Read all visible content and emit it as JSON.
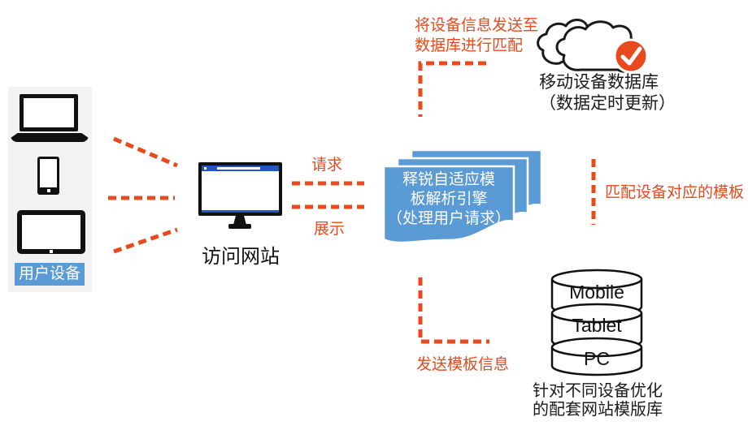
{
  "colors": {
    "accent_orange": "#E8491D",
    "accent_blue": "#5B9BD5",
    "browser_titlebar_blue": "#2456C8",
    "icon_black": "#111111",
    "panel_gray": "#F2F2F2"
  },
  "devices_panel": {
    "label": "用户设备",
    "icons": [
      "laptop-icon",
      "smartphone-icon",
      "tablet-icon"
    ]
  },
  "website": {
    "label": "访问网站"
  },
  "engine": {
    "lines": [
      "释锐自适应模",
      "板解析引擎",
      "（处理用户请求）"
    ]
  },
  "flows": {
    "request": "请求",
    "display": "展示",
    "send_device_info_line1": "将设备信息发送至",
    "send_device_info_line2": "数据库进行匹配",
    "match_template": "匹配设备对应的模板",
    "send_template": "发送模板信息"
  },
  "cloud_db": {
    "title": "移动设备数据库",
    "subtitle": "（数据定时更新）",
    "badge": "sync-check-badge"
  },
  "template_db": {
    "tiers": [
      "Mobile",
      "Tablet",
      "PC"
    ],
    "caption_line1": "针对不同设备优化",
    "caption_line2": "的配套网站模版库"
  }
}
